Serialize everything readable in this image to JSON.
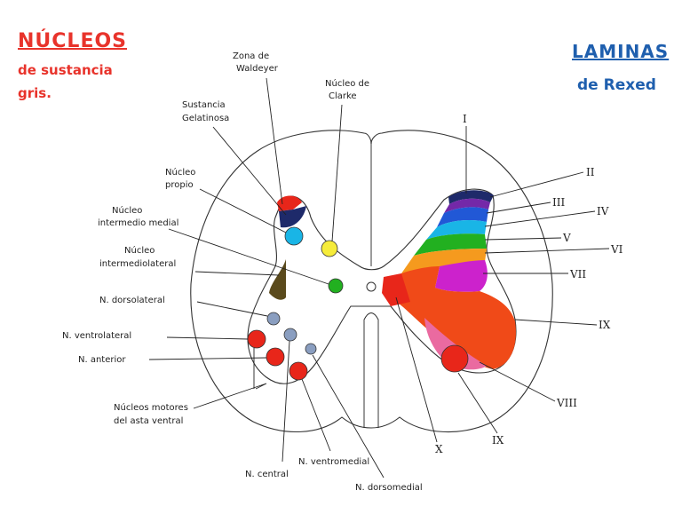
{
  "header_left": {
    "title": "NÚCLEOS",
    "line1": "de sustancia",
    "line2": "gris."
  },
  "header_right": {
    "title": "LAMINAS",
    "subtitle": "de Rexed"
  },
  "colors": {
    "red": "#e8261a",
    "orange_red": "#f04a18",
    "orange": "#f59a1e",
    "magenta": "#cc22cc",
    "pink": "#ea6aa0",
    "green": "#22b020",
    "cyan": "#19b5e6",
    "blue": "#2158d6",
    "dark_blue": "#1e2a6a",
    "purple": "#7428a8",
    "yellow": "#f6ec3a",
    "olive": "#5a4a1c",
    "grey_blue": "#8a9ec0",
    "header_red": "#e8332b",
    "header_blue": "#1f5fae"
  },
  "labels_left": {
    "zona_1": "Zona de",
    "zona_2": "Waldeyer",
    "clarke_1": "Núcleo de",
    "clarke_2": "Clarke",
    "gel_1": "Sustancia",
    "gel_2": "Gelatinosa",
    "propio_1": "Núcleo",
    "propio_2": "propio",
    "im_1": "Núcleo",
    "im_2": "intermedio medial",
    "il_1": "Núcleo",
    "il_2": "intermediolateral",
    "dorsolateral": "N. dorsolateral",
    "ventrolateral": "N. ventrolateral",
    "anterior": "N. anterior",
    "motores_1": "Núcleos motores",
    "motores_2": "del asta ventral",
    "central": "N. central",
    "ventromedial": "N. ventromedial",
    "dorsomedial": "N. dorsomedial"
  },
  "laminas": {
    "i": "I",
    "ii": "II",
    "iii": "III",
    "iv": "IV",
    "v": "V",
    "vi": "VI",
    "vii": "VII",
    "viii": "VIII",
    "ix": "IX",
    "ix_b": "IX",
    "x": "X"
  }
}
